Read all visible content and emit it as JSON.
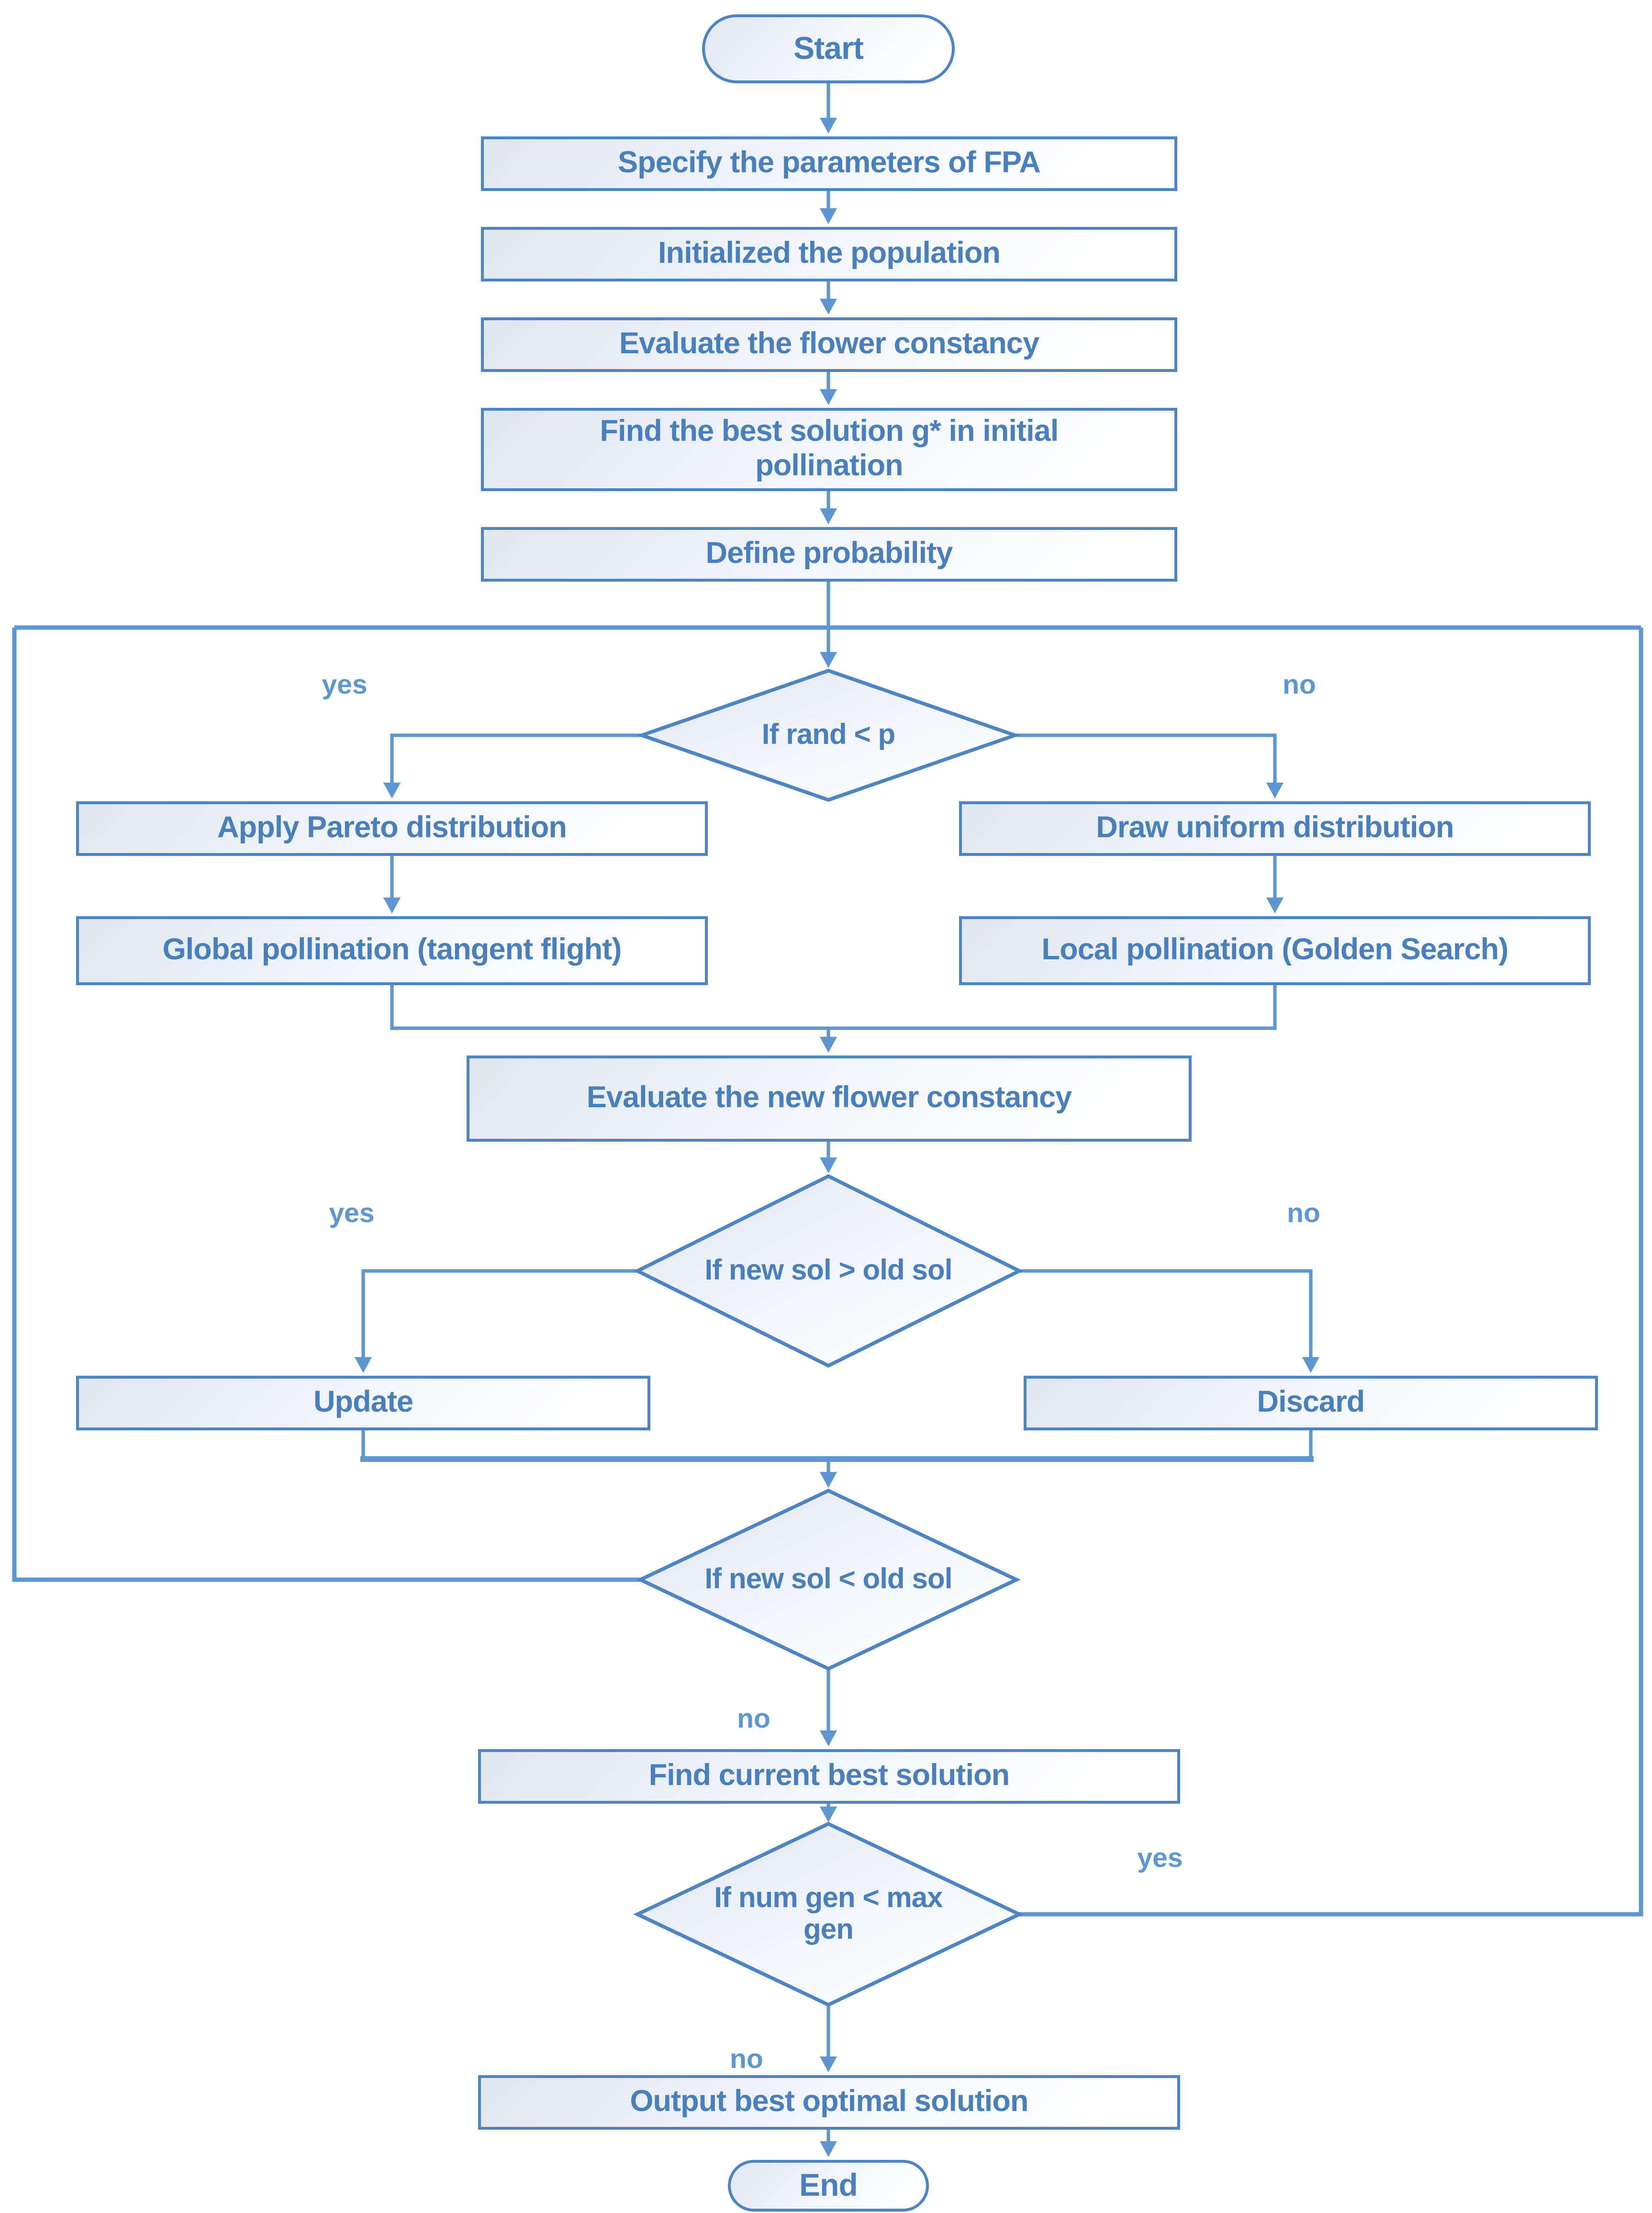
{
  "flowchart": {
    "nodes": {
      "start": {
        "label": "Start"
      },
      "specify_parameters": {
        "label": "Specify the parameters of FPA"
      },
      "initialize_population": {
        "label": "Initialized the population"
      },
      "evaluate_constancy": {
        "label": "Evaluate the flower constancy"
      },
      "find_best_solution": {
        "label": "Find the best solution g* in initial pollination"
      },
      "define_probability": {
        "label": "Define probability"
      },
      "decision_rand": {
        "label": "If rand < p"
      },
      "apply_pareto": {
        "label": "Apply Pareto distribution"
      },
      "global_pollination": {
        "label": "Global pollination (tangent flight)"
      },
      "draw_uniform": {
        "label": "Draw uniform distribution"
      },
      "local_pollination": {
        "label": "Local pollination (Golden Search)"
      },
      "evaluate_new_constancy": {
        "label": "Evaluate the new flower constancy"
      },
      "decision_new_gt_old": {
        "label": "If new sol > old sol"
      },
      "update": {
        "label": "Update"
      },
      "discard": {
        "label": "Discard"
      },
      "decision_new_lt_old": {
        "label": "If new sol < old sol"
      },
      "find_current_best": {
        "label": "Find current best solution"
      },
      "decision_num_gen": {
        "label": "If num gen < max gen"
      },
      "output_best": {
        "label": "Output best optimal solution"
      },
      "end": {
        "label": "End"
      }
    },
    "edge_labels": {
      "rand_yes": "yes",
      "rand_no": "no",
      "new_gt_yes": "yes",
      "new_gt_no": "no",
      "new_lt_no": "no",
      "num_gen_yes": "yes",
      "num_gen_no": "no"
    },
    "colors": {
      "line": "#5e96d2",
      "border": "#4d84c4",
      "text": "#4a7fbe",
      "fill_top": "#dfe7f1",
      "fill_bottom": "#ffffff"
    }
  }
}
